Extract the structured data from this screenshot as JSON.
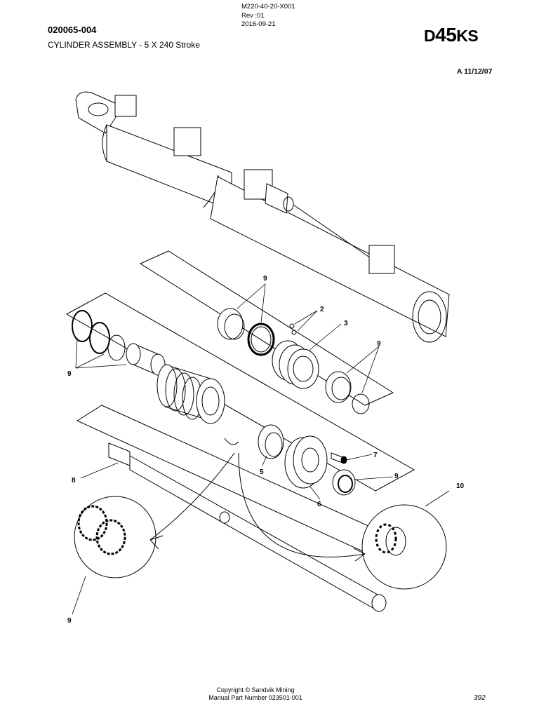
{
  "header": {
    "part_number": "020065-004",
    "title": "CYLINDER ASSEMBLY - 5  X 240 Stroke",
    "doc_code": "M220-40-20-X001",
    "revision": "Rev :01",
    "date": "2016-09-21",
    "brand_prefix": "D",
    "brand_digits": "45",
    "brand_suffix": "KS"
  },
  "revision_mark": "A   11/12/07",
  "callouts": {
    "c9_top": "9",
    "c2": "2",
    "c3": "3",
    "c9_right": "9",
    "c9_left": "9",
    "c7": "7",
    "c5": "5",
    "c6": "6",
    "c8": "8",
    "c9_mid": "9",
    "c10": "10",
    "c9_bottom": "9"
  },
  "footer": {
    "copyright": "Copyright © Sandvik Mining",
    "manual_part": "Manual Part Number 023501-001",
    "page": "392"
  }
}
